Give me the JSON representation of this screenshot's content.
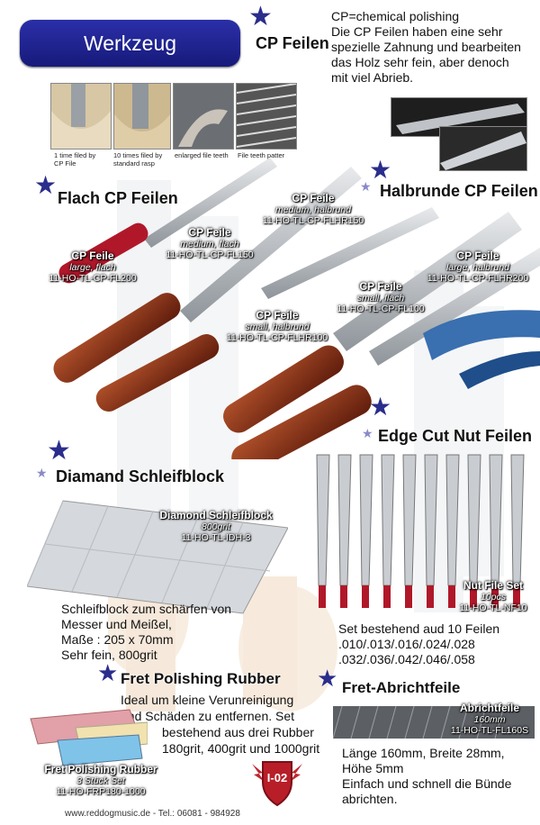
{
  "header": {
    "title": "Werkzeug"
  },
  "cp_section": {
    "heading": "CP Feilen",
    "desc": [
      "CP=chemical polishing",
      "Die CP  Feilen haben eine sehr",
      "spezielle Zahnung und bearbeiten",
      "das Holz sehr fein, aber denoch",
      "mit viel Abrieb."
    ],
    "captions": [
      [
        "1 time filed by",
        "CP File"
      ],
      [
        "10 times filed by",
        "standard rasp"
      ],
      [
        "enlarged file teeth"
      ],
      [
        "File teeth patter"
      ]
    ]
  },
  "flach": {
    "heading": "Flach CP Feilen"
  },
  "halbrund": {
    "heading": "Halbrunde CP Feilen"
  },
  "products": [
    {
      "title": "CP Feile",
      "sub": "medium, halbrund",
      "code": "11-HO-TL-CP-FLHR150"
    },
    {
      "title": "CP Feile",
      "sub": "medium, flach",
      "code": "11-HO-TL-CP-FL150"
    },
    {
      "title": "CP Feile",
      "sub": "large, flach",
      "code": "11-HO-TL-CP-FL200"
    },
    {
      "title": "CP Feile",
      "sub": "large, halbrund",
      "code": "11-HO-TL-CP-FLHR200"
    },
    {
      "title": "CP Feile",
      "sub": "small, flach",
      "code": "11-HO-TL-CP-FL100"
    },
    {
      "title": "CP Feile",
      "sub": "small, halbrund",
      "code": "11-HO-TL-CP-FLHR100"
    }
  ],
  "edge": {
    "heading": "Edge Cut Nut Feilen"
  },
  "diamond": {
    "heading": "Diamand Schleifblock",
    "label": {
      "title": "Diamond Schleifblock",
      "sub": "800grit",
      "code": "11-HO-TL-IDH-3"
    },
    "desc": [
      "Schleifblock zum schärfen von",
      "Messer und Meißel,",
      "Maße : 205 x 70mm",
      "Sehr fein, 800grit"
    ]
  },
  "nut_set": {
    "label": {
      "title": "Nut File Set",
      "sub": "10pcs",
      "code": "11-HO-TL-NF10"
    },
    "desc": [
      "Set bestehend aud 10 Feilen",
      ".010/.013/.016/.024/.028",
      ".032/.036/.042/.046/.058"
    ]
  },
  "fret_rubber": {
    "heading": "Fret Polishing Rubber",
    "desc": [
      "Ideal um kleine Verunreinigung",
      "und Schäden zu entfernen. Set",
      "bestehend aus drei Rubber",
      "180grit, 400grit und 1000grit"
    ],
    "label": {
      "title": "Fret Polishing Rubber",
      "sub": "3 Stück Set",
      "code": "11-HO-FRP180-1000"
    }
  },
  "abricht": {
    "heading": "Fret-Abrichtfeile",
    "label": {
      "title": "Abrichtfeile",
      "sub": "160mm",
      "code": "11-HO-TL-FL160S"
    },
    "desc": [
      "Länge 160mm, Breite 28mm,",
      "Höhe 5mm",
      "Einfach und schnell die Bünde",
      "abrichten."
    ]
  },
  "badge": {
    "text": "I-02"
  },
  "footer": {
    "text": "www.reddogmusic.de - Tel.: 06081 - 984928"
  },
  "colors": {
    "banner": "#1f2391",
    "star": "#2a2d8c",
    "handle": "#7a2a14",
    "red_grip": "#b0182a"
  }
}
